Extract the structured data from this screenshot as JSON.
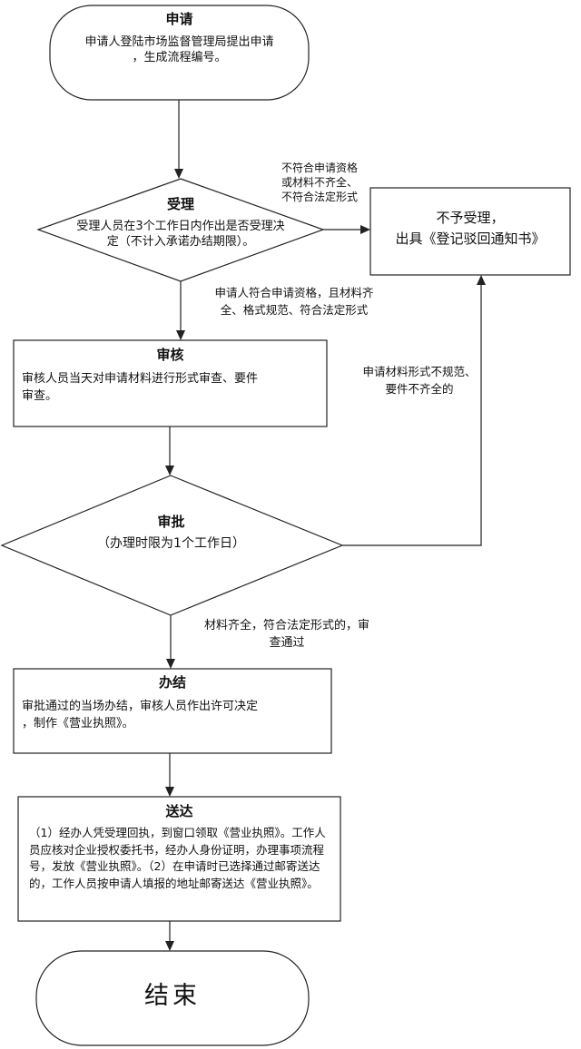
{
  "nodes": {
    "apply": {
      "title": "申请",
      "body": "申请人登陆市场监督管理局提出申请\n，生成流程编号。"
    },
    "accept": {
      "title": "受理",
      "body": "受理人员在3个工作日内作出是否受理决\n定（不计入承诺办结期限）。"
    },
    "reject": {
      "body": "不予受理，\n出具《登记驳回通知书》"
    },
    "review": {
      "title": "审核",
      "body": "审核人员当天对申请材料进行形式审查、要件\n审查。"
    },
    "approve": {
      "title": "审批",
      "subtitle": "（办理时限为1个工作日）"
    },
    "complete": {
      "title": "办结",
      "body": "审批通过的当场办结，审核人员作出许可决定\n，制作《营业执照》。"
    },
    "deliver": {
      "title": "送达",
      "body": "（1）经办人凭受理回执，到窗口领取《营业执照》。工作人员应核对企业授权委托书，经办人身份证明，办理事项流程号，发放《营业执照》。（2）在申请时已选择通过邮寄送达的，工作人员按申请人填报的地址邮寄送达《营业执照》。"
    },
    "end": {
      "title": "结束"
    }
  },
  "edge_labels": {
    "accept_to_reject": "不符合申请资格\n或材料不齐全、\n不符合法定形式",
    "accept_to_review": "申请人符合申请资格，且材料齐\n全、格式规范、符合法定形式",
    "approve_to_reject": "申请材料形式不规范、\n要件不齐全的",
    "approve_to_complete": "材料齐全，符合法定形式的，审\n查通过"
  },
  "colors": {
    "stroke": "#222222",
    "text": "#111111",
    "background": "#ffffff"
  }
}
